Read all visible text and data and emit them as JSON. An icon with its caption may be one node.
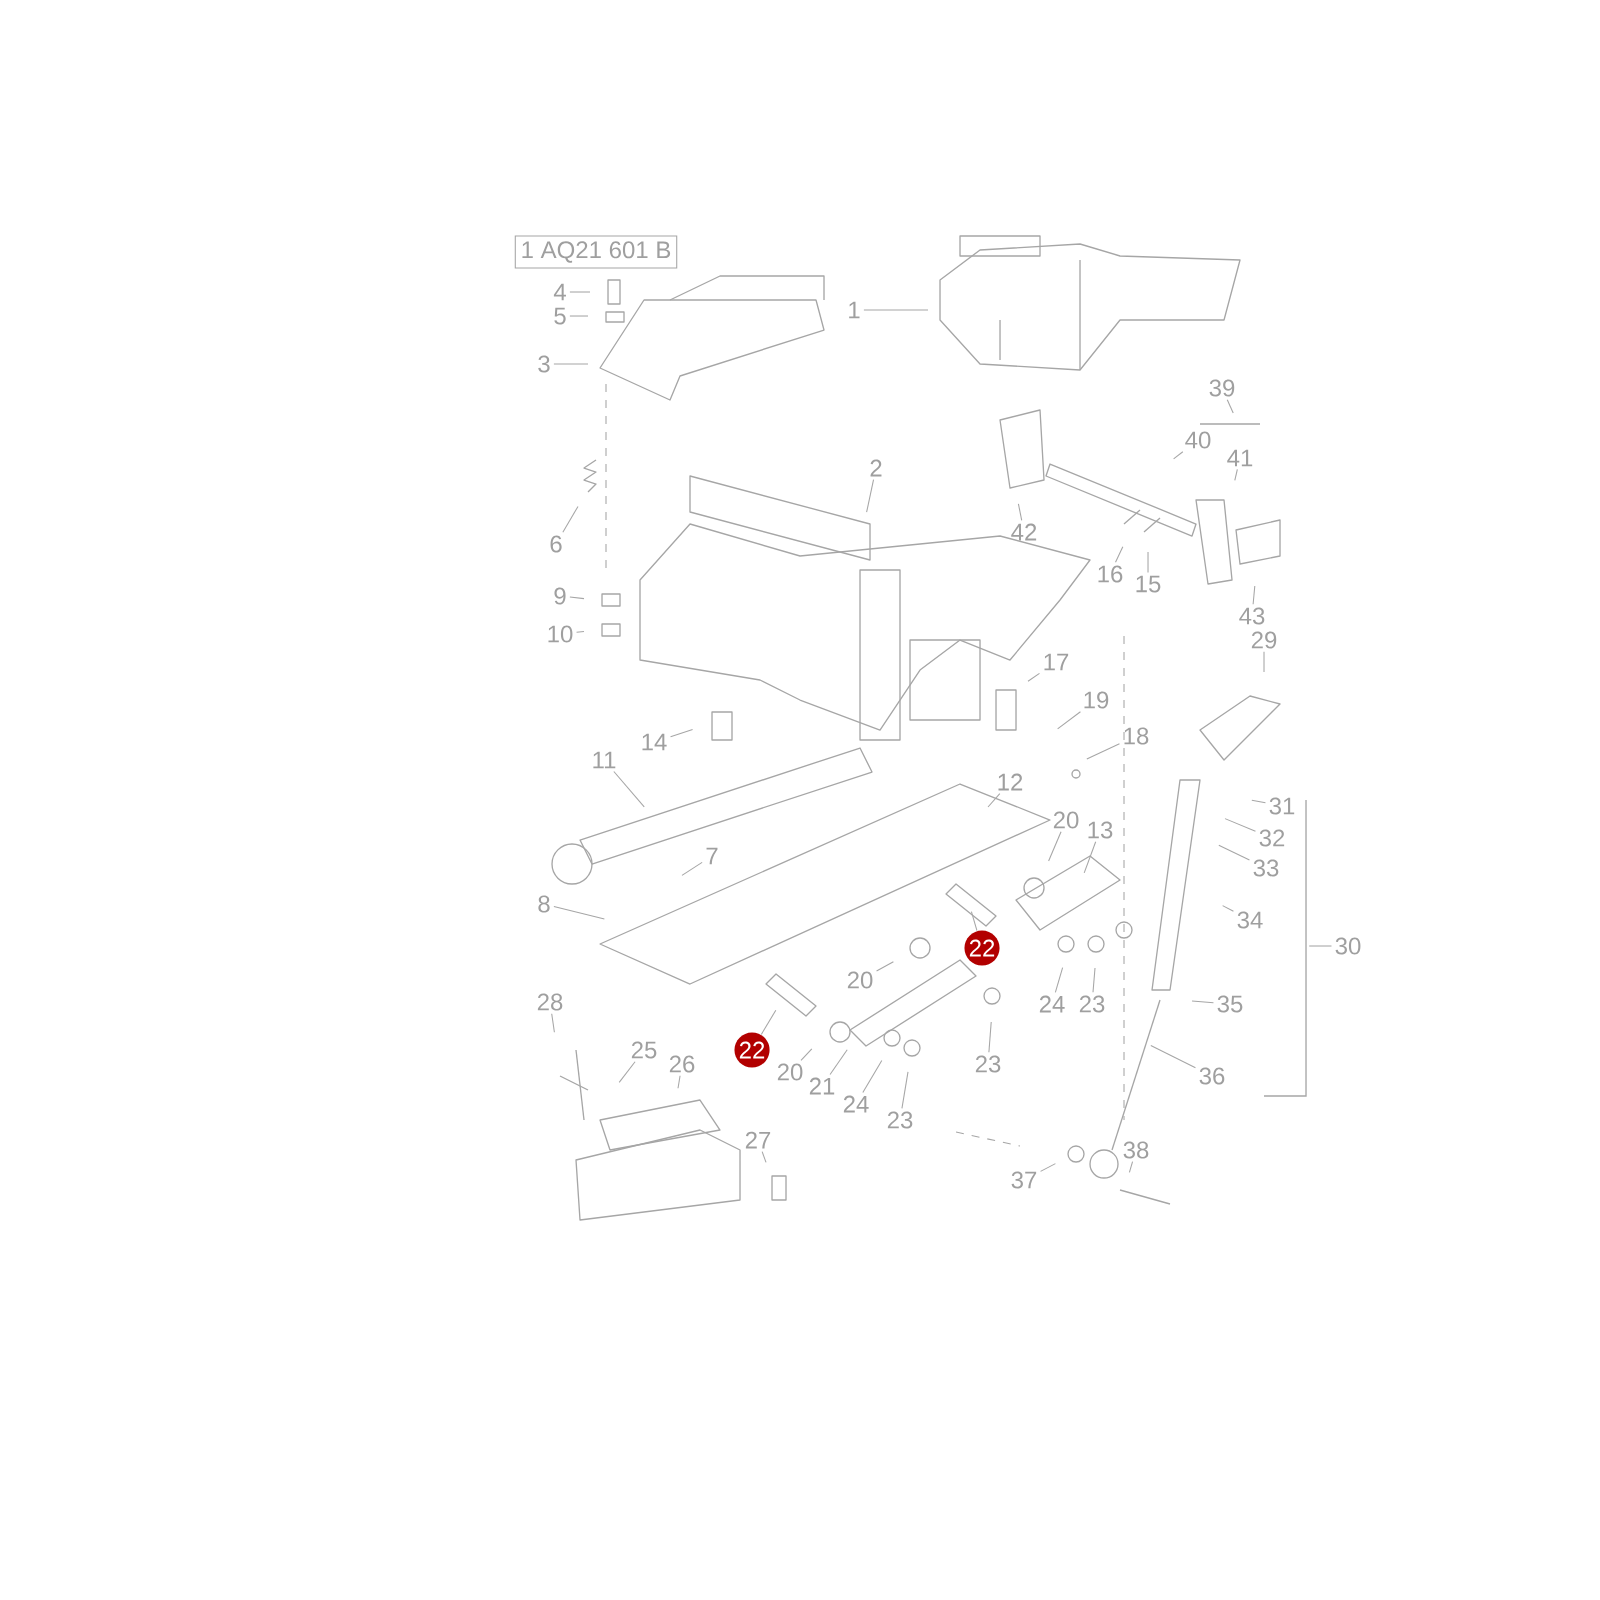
{
  "diagram": {
    "nodes": [
      {
        "text": [
          "1 AQ21 601 B"
        ]
      },
      {
        "text": [
          "1"
        ]
      },
      {
        "text": [
          "2"
        ]
      },
      {
        "text": [
          "3"
        ]
      },
      {
        "text": [
          "4"
        ]
      },
      {
        "text": [
          "5"
        ]
      },
      {
        "text": [
          "6"
        ]
      },
      {
        "text": [
          "7"
        ]
      },
      {
        "text": [
          "8"
        ]
      },
      {
        "text": [
          "9"
        ]
      },
      {
        "text": [
          "10"
        ]
      },
      {
        "text": [
          "11"
        ]
      },
      {
        "text": [
          "12"
        ]
      },
      {
        "text": [
          "13"
        ]
      },
      {
        "text": [
          "14"
        ]
      },
      {
        "text": [
          "15"
        ]
      },
      {
        "text": [
          "16"
        ]
      },
      {
        "text": [
          "17"
        ]
      },
      {
        "text": [
          "19"
        ]
      },
      {
        "text": [
          "18"
        ]
      },
      {
        "text": [
          "20"
        ]
      },
      {
        "text": [
          "20"
        ]
      },
      {
        "text": [
          "20"
        ]
      },
      {
        "text": [
          "21"
        ]
      },
      {
        "text": [
          "22"
        ]
      },
      {
        "text": [
          "22"
        ]
      },
      {
        "text": [
          "23"
        ]
      },
      {
        "text": [
          "23"
        ]
      },
      {
        "text": [
          "23"
        ]
      },
      {
        "text": [
          "24"
        ]
      },
      {
        "text": [
          "24"
        ]
      },
      {
        "text": [
          "25"
        ]
      },
      {
        "text": [
          "26"
        ]
      },
      {
        "text": [
          "27"
        ]
      },
      {
        "text": [
          "28"
        ]
      },
      {
        "text": [
          "29"
        ]
      },
      {
        "text": [
          "30"
        ]
      },
      {
        "text": [
          "31"
        ]
      },
      {
        "text": [
          "32"
        ]
      },
      {
        "text": [
          "33"
        ]
      },
      {
        "text": [
          "34"
        ]
      },
      {
        "text": [
          "35"
        ]
      },
      {
        "text": [
          "36"
        ]
      },
      {
        "text": [
          "37"
        ]
      },
      {
        "text": [
          "38"
        ]
      },
      {
        "text": [
          "39"
        ]
      },
      {
        "text": [
          "40"
        ]
      },
      {
        "text": [
          "41"
        ]
      },
      {
        "text": [
          "42"
        ]
      },
      {
        "text": [
          "43"
        ]
      },
      {
        "text": [],
        "shape": "bracket"
      }
    ],
    "edges": [
      {
        "from": 1,
        "to": null,
        "arrow": "none"
      },
      {
        "from": 2,
        "to": null,
        "arrow": "none"
      },
      {
        "from": 3,
        "to": null,
        "arrow": "none"
      },
      {
        "from": 4,
        "to": null,
        "arrow": "none"
      },
      {
        "from": 5,
        "to": null,
        "arrow": "none"
      },
      {
        "from": 6,
        "to": null,
        "arrow": "none"
      },
      {
        "from": 7,
        "to": null,
        "arrow": "none"
      },
      {
        "from": 8,
        "to": null,
        "arrow": "none"
      },
      {
        "from": 9,
        "to": null,
        "arrow": "none"
      },
      {
        "from": 10,
        "to": null,
        "arrow": "none"
      },
      {
        "from": 11,
        "to": null,
        "arrow": "none"
      },
      {
        "from": 12,
        "to": null,
        "arrow": "none"
      },
      {
        "from": 13,
        "to": null,
        "arrow": "none"
      },
      {
        "from": 14,
        "to": null,
        "arrow": "none"
      },
      {
        "from": 15,
        "to": null,
        "arrow": "none"
      },
      {
        "from": 16,
        "to": null,
        "arrow": "none"
      },
      {
        "from": 17,
        "to": null,
        "arrow": "none"
      },
      {
        "from": 18,
        "to": null,
        "arrow": "none"
      },
      {
        "from": 19,
        "to": null,
        "arrow": "none"
      },
      {
        "from": 20,
        "to": null,
        "arrow": "none"
      },
      {
        "from": 21,
        "to": null,
        "arrow": "none"
      },
      {
        "from": 22,
        "to": null,
        "arrow": "none"
      },
      {
        "from": 23,
        "to": null,
        "arrow": "none"
      },
      {
        "from": 24,
        "to": null,
        "arrow": "none"
      },
      {
        "from": 25,
        "to": null,
        "arrow": "none"
      },
      {
        "from": 26,
        "to": null,
        "arrow": "none"
      },
      {
        "from": 27,
        "to": null,
        "arrow": "none"
      },
      {
        "from": 28,
        "to": null,
        "arrow": "none"
      },
      {
        "from": 29,
        "to": null,
        "arrow": "none"
      },
      {
        "from": 30,
        "to": null,
        "arrow": "none"
      },
      {
        "from": 31,
        "to": null,
        "arrow": "none"
      },
      {
        "from": 32,
        "to": null,
        "arrow": "none"
      },
      {
        "from": 33,
        "to": null,
        "arrow": "none"
      },
      {
        "from": 34,
        "to": null,
        "arrow": "none"
      },
      {
        "from": 35,
        "to": null,
        "arrow": "none"
      },
      {
        "from": 36,
        "to": 50,
        "arrow": "none"
      },
      {
        "from": 37,
        "to": null,
        "arrow": "none"
      },
      {
        "from": 38,
        "to": null,
        "arrow": "none"
      },
      {
        "from": 39,
        "to": null,
        "arrow": "none"
      },
      {
        "from": 40,
        "to": null,
        "arrow": "none"
      },
      {
        "from": 41,
        "to": null,
        "arrow": "none"
      },
      {
        "from": 42,
        "to": null,
        "arrow": "none"
      },
      {
        "from": 43,
        "to": null,
        "arrow": "none"
      },
      {
        "from": 44,
        "to": null,
        "arrow": "none"
      },
      {
        "from": 45,
        "to": null,
        "arrow": "none"
      },
      {
        "from": 46,
        "to": null,
        "arrow": "none"
      },
      {
        "from": 47,
        "to": null,
        "arrow": "none"
      },
      {
        "from": 48,
        "to": null,
        "arrow": "none"
      },
      {
        "from": 49,
        "to": null,
        "arrow": "none"
      }
    ]
  }
}
